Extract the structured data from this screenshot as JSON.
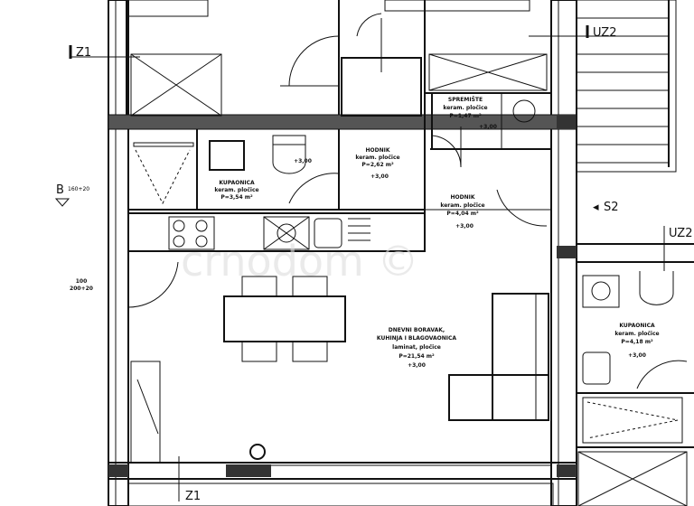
{
  "markers": {
    "z1_top": "Z1",
    "z1_bottom": "Z1",
    "uz2_top": "UZ2",
    "uz2_mid": "UZ2",
    "s2": "S2",
    "b": "B",
    "b_dim": "160+20",
    "win_dim": "100",
    "win_dim2": "200+20"
  },
  "rooms": {
    "bathroom1": {
      "name": "KUPAONICA",
      "floor": "keram. pločice",
      "area": "P=3,54 m²",
      "level": "+3,00"
    },
    "hallway1": {
      "name": "HODNIK",
      "floor": "keram. pločice",
      "area": "P=2,62 m²",
      "level": "+3,00"
    },
    "storage": {
      "name": "SPREMIŠTE",
      "floor": "keram. pločice",
      "area": "P=1,47 m²",
      "level": "+3,00"
    },
    "hallway2": {
      "name": "HODNIK",
      "floor": "keram. pločice",
      "area": "P=4,04 m²",
      "level": "+3,00"
    },
    "living": {
      "name1": "DNEVNI BORAVAK,",
      "name2": "KUHINJA I BLAGOVAONICA",
      "floor": "laminat, pločice",
      "area": "P=21,54 m²",
      "level": "+3,00"
    },
    "bathroom2": {
      "name": "KUPAONICA",
      "floor": "keram. pločice",
      "area": "P=4,18 m²",
      "level": "+3,00"
    }
  },
  "watermark": "crnodom ©"
}
